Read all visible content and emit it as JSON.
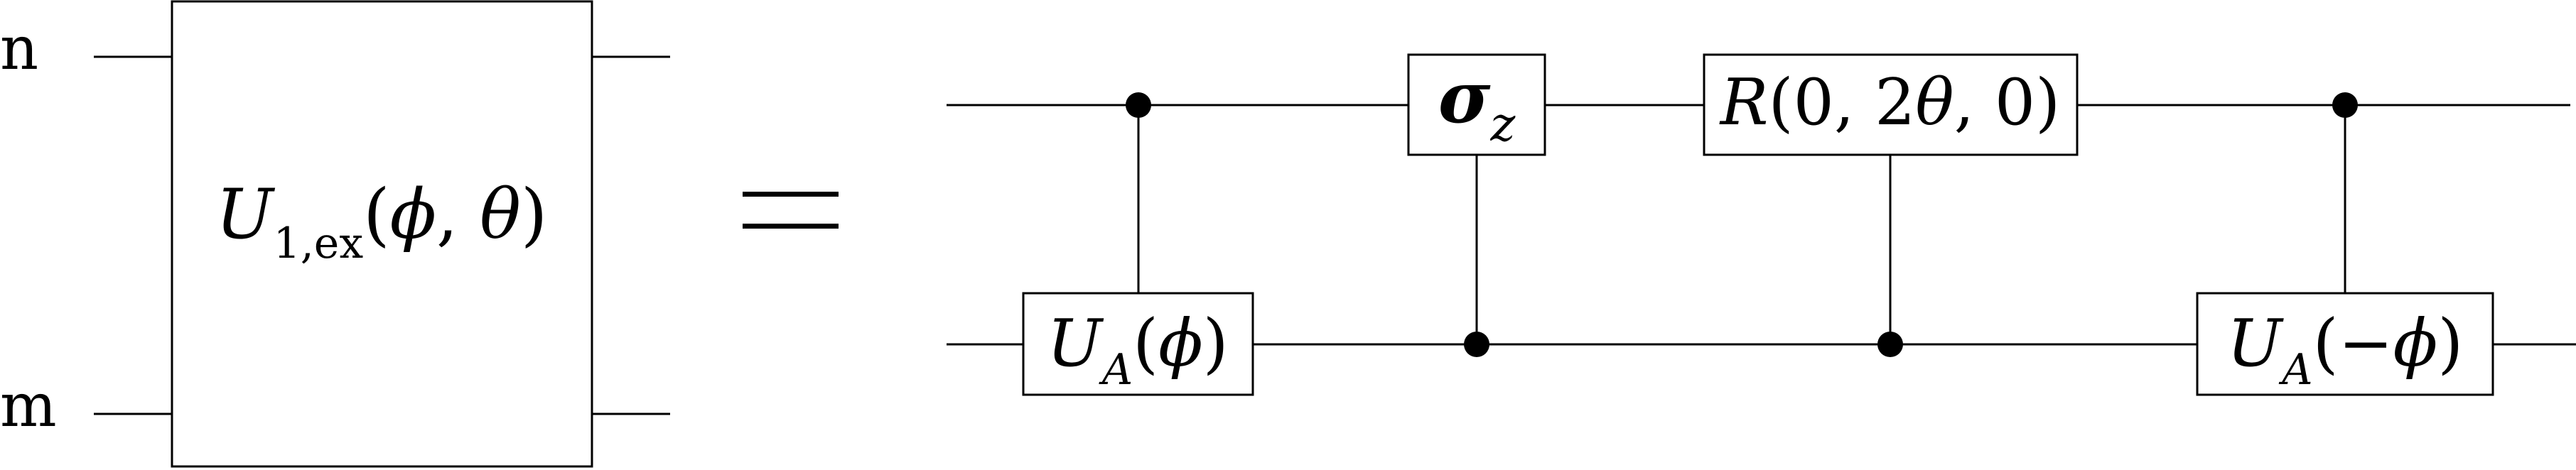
{
  "left": {
    "wire_labels": {
      "top": "n",
      "bottom": "m"
    },
    "gate": {
      "symbol": "U",
      "subscript": "1,ex",
      "args": [
        "(",
        "ϕ",
        ", ",
        "θ",
        ")"
      ]
    }
  },
  "equals": "=",
  "right": {
    "gate_ua_phi": {
      "symbol": "U",
      "subscript": "A",
      "open": "(",
      "arg": "ϕ",
      "close": ")"
    },
    "gate_sigma_z": {
      "symbol": "σ",
      "subscript": "z"
    },
    "gate_rotation": {
      "symbol": "R",
      "open": "(",
      "arg1": "0, 2",
      "theta": "θ",
      "arg2": ", 0",
      "close": ")"
    },
    "gate_ua_negphi": {
      "symbol": "U",
      "subscript": "A",
      "open": "(",
      "arg": "−ϕ",
      "close": ")"
    }
  },
  "colors": {
    "ink": "#000000",
    "background": "#ffffff"
  }
}
